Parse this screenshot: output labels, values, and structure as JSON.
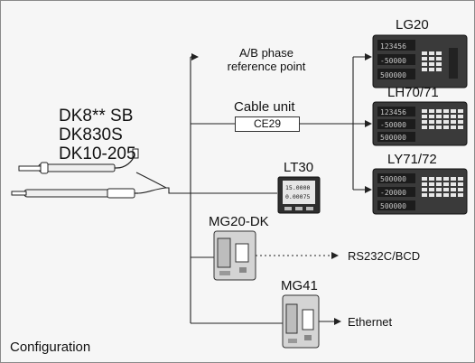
{
  "diagram": {
    "scales": [
      "DK8** SB",
      "DK830S",
      "DK10-205"
    ],
    "counters": [
      {
        "name": "LG20"
      },
      {
        "name": "LH70/71"
      },
      {
        "name": "LY71/72"
      }
    ],
    "ab_phase": {
      "line1": "A/B phase",
      "line2": "reference point"
    },
    "cable_unit": {
      "label": "Cable unit",
      "model": "CE29"
    },
    "lt30": "LT30",
    "mg20": {
      "name": "MG20-DK",
      "output": "RS232C/BCD"
    },
    "mg41": {
      "name": "MG41",
      "output": "Ethernet"
    },
    "caption": "Configuration"
  },
  "colors": {
    "background": "#f6f6f6",
    "line": "#222222",
    "counter_body": "#3a3a3a",
    "display": "#1c1c1c",
    "digits": "#c8c8c8",
    "interface_unit": "#d4d4d4"
  }
}
